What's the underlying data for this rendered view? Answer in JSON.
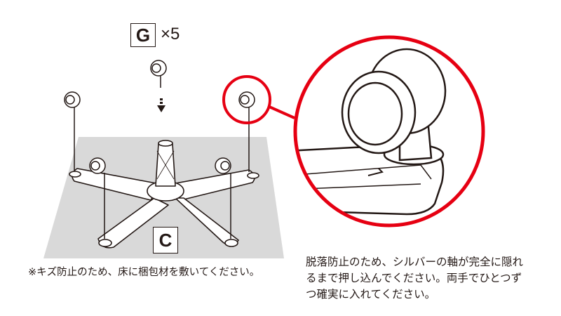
{
  "parts": {
    "caster_label": "G",
    "caster_count": "×5",
    "base_label": "C"
  },
  "notes": {
    "floor_caution": "※キズ防止のため、床に梱包材を敷いてください。",
    "instruction_lines": [
      "脱落防止のため、シルバーの軸が完全に隠れ",
      "るまで押し込んでください。両手でひとつず",
      "つ確実に入れてください。"
    ]
  },
  "colors": {
    "highlight": "#e60012",
    "floor": "#d9d9d9",
    "line": "#231815"
  }
}
